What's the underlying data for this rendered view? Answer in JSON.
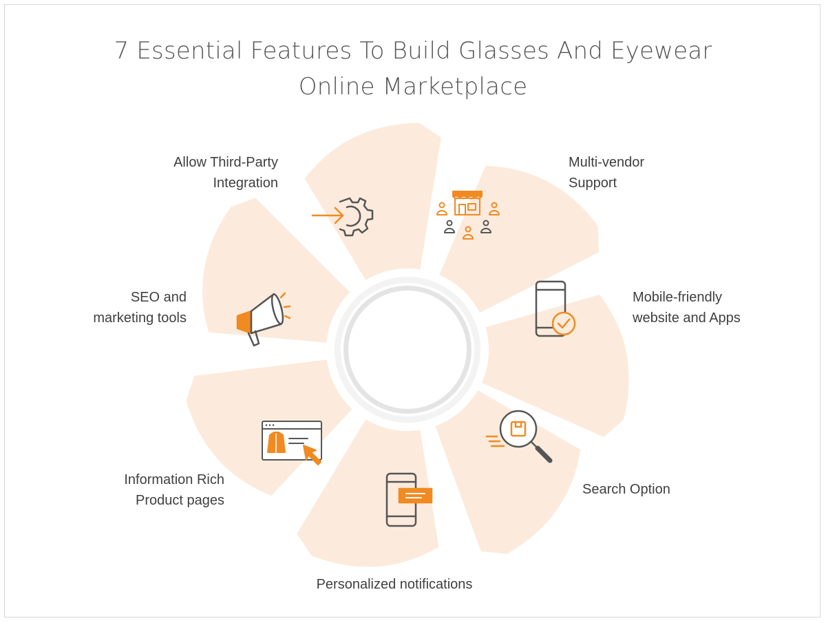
{
  "title": {
    "line1": "7 Essential Features To Build Glasses And Eyewear",
    "line2": "Online Marketplace"
  },
  "colors": {
    "petal": "#fcebdc",
    "accent": "#f18a21",
    "icon": "#555555",
    "ring": "#e6e6e6",
    "text": "#3f3f3f"
  },
  "features": [
    {
      "id": "third-party",
      "line1": "Allow Third-Party",
      "line2": "Integration",
      "icon": "gear-arrow-icon"
    },
    {
      "id": "multi-vendor",
      "line1": "Multi-vendor",
      "line2": "Support",
      "icon": "storefront-users-icon"
    },
    {
      "id": "mobile",
      "line1": "Mobile-friendly",
      "line2": "website and Apps",
      "icon": "phone-check-icon"
    },
    {
      "id": "search",
      "line1": "Search Option",
      "icon": "magnifier-box-icon"
    },
    {
      "id": "notifications",
      "line1": "Personalized notifications",
      "icon": "phone-message-icon"
    },
    {
      "id": "product-pages",
      "line1": "Information Rich",
      "line2": "Product pages",
      "icon": "browser-cursor-icon"
    },
    {
      "id": "seo",
      "line1": "SEO and",
      "line2": "marketing tools",
      "icon": "megaphone-icon"
    }
  ]
}
